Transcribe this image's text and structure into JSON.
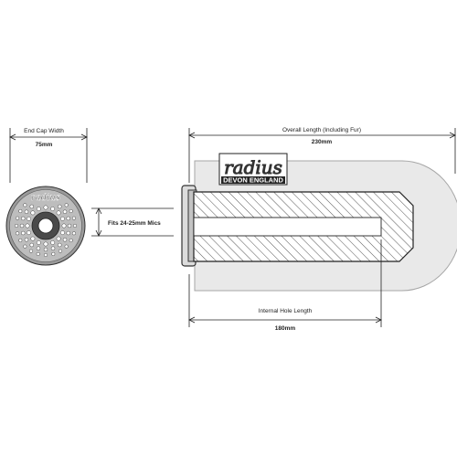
{
  "end_cap": {
    "width_label": "End Cap Width",
    "width_value": "75mm",
    "logo_text": "radius"
  },
  "mic_fit": {
    "label": "Fits 24-25mm Mics"
  },
  "overall": {
    "label": "Overall Length (Including Fur)",
    "value": "230mm"
  },
  "internal_hole": {
    "label": "Internal Hole Length",
    "value": "180mm"
  },
  "brand": {
    "name": "radius",
    "subtitle": "DEVON ENGLAND"
  },
  "colors": {
    "fur": "#e8e8e8",
    "fur_edge": "#a8a8a8",
    "line": "#222222",
    "cap": "#b7b7b7",
    "cap_dark": "#5a5a5a"
  }
}
